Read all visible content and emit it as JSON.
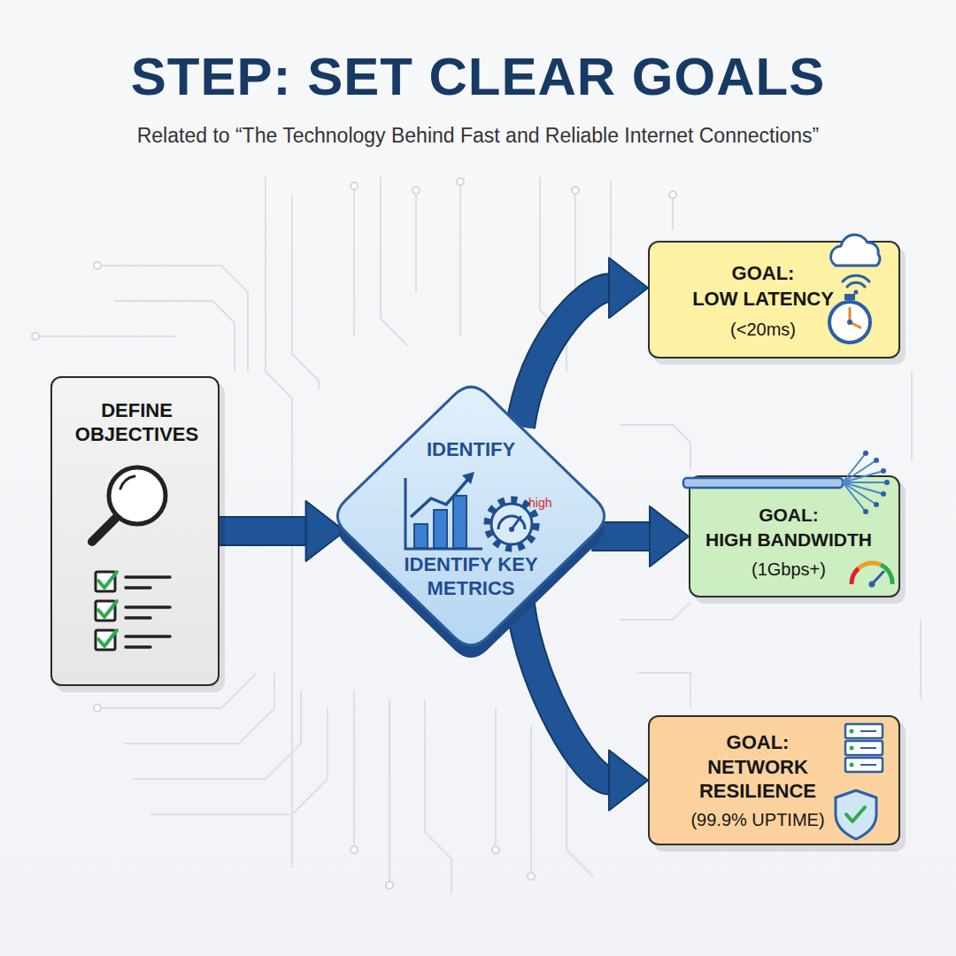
{
  "diagram": {
    "title": "STEP: SET CLEAR GOALS",
    "caption": "Related to “The Technology Behind Fast and Reliable Internet Connections”",
    "nodes": [
      {
        "text": [
          "DEFINE OBJECTIVES"
        ]
      },
      {
        "text": [
          "IDENTIFY",
          "IDENTIFY KEY METRICS"
        ]
      },
      {
        "text": [
          "GOAL:",
          "LOW LATENCY",
          "(<20ms)"
        ]
      },
      {
        "text": [
          "GOAL:",
          "HIGH BANDWIDTH",
          "(1Gbps+)"
        ]
      },
      {
        "text": [
          "GOAL:",
          "NETWORK RESILIENCE",
          "(99.9% UPTIME)"
        ]
      }
    ],
    "edges": [
      {
        "from": 0,
        "to": 1,
        "arrow": "to"
      },
      {
        "from": 1,
        "to": 2,
        "arrow": "to"
      },
      {
        "from": 1,
        "to": 3,
        "arrow": "to"
      },
      {
        "from": 1,
        "to": 4,
        "arrow": "to"
      }
    ],
    "labels": [
      "high"
    ]
  }
}
